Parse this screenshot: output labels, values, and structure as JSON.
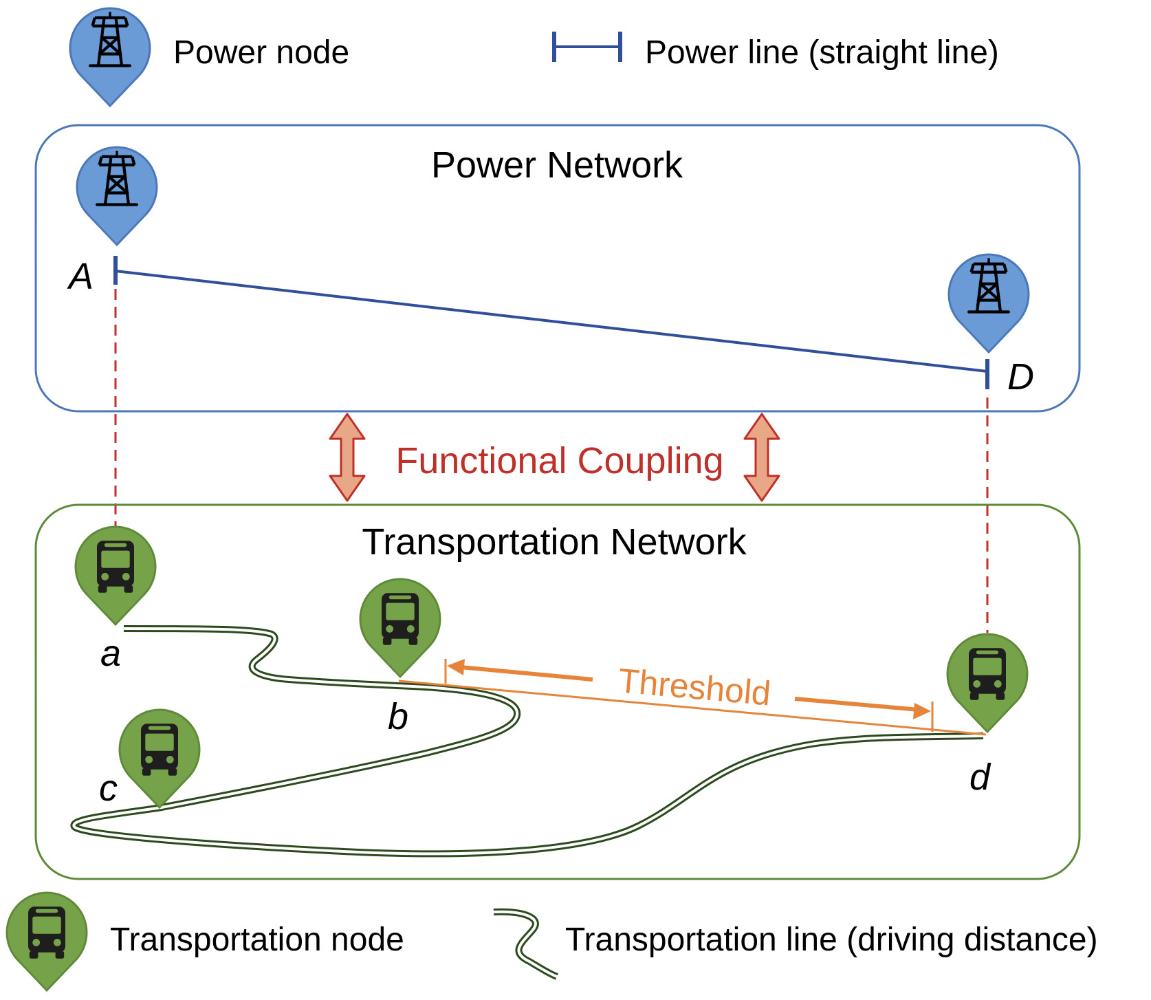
{
  "legend": {
    "power_node": "Power node",
    "power_line": "Power line (straight line)",
    "transport_node": "Transportation node",
    "transport_line": "Transportation line (driving distance)"
  },
  "power_network": {
    "title": "Power Network",
    "nodes": {
      "A": "A",
      "D": "D"
    }
  },
  "coupling": {
    "label": "Functional Coupling"
  },
  "transport_network": {
    "title": "Transportation Network",
    "nodes": {
      "a": "a",
      "b": "b",
      "c": "c",
      "d": "d"
    },
    "threshold_label": "Threshold"
  },
  "colors": {
    "power_blue": "#6b9bd6",
    "power_line": "#2f4f9a",
    "power_box": "#4a78b8",
    "transport_green": "#76a34a",
    "transport_box": "#5f8a3a",
    "road_dark": "#2c4a1e",
    "coupling_red": "#c0302a",
    "coupling_fill": "#e8a888",
    "threshold_orange": "#e6843a"
  },
  "icons": {
    "power": "transmission-tower-icon",
    "transport": "bus-icon"
  }
}
